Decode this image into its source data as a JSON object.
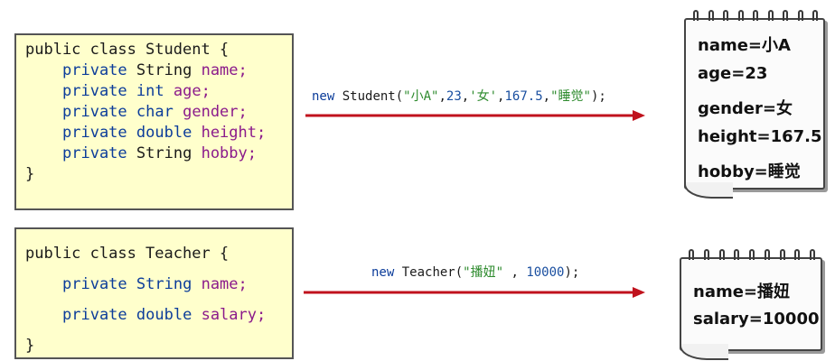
{
  "student_class": {
    "header": "public class Student {",
    "fields": [
      {
        "modifier": "private",
        "type": "String",
        "name": "name;"
      },
      {
        "modifier": "private",
        "type": "int",
        "name": "age;"
      },
      {
        "modifier": "private",
        "type": "char",
        "name": "gender;"
      },
      {
        "modifier": "private",
        "type": "double",
        "name": "height;"
      },
      {
        "modifier": "private",
        "type": "String",
        "name": "hobby;"
      }
    ],
    "close": "}"
  },
  "teacher_class": {
    "header": "public class Teacher {",
    "fields": [
      {
        "modifier": "private",
        "type": "String",
        "name": "name;"
      },
      {
        "modifier": "private",
        "type": "double",
        "name": "salary;"
      }
    ],
    "close": "}"
  },
  "student_call": {
    "new": "new",
    "ctor": " Student(",
    "a1": "\"小A\"",
    "c1": ",",
    "a2": "23",
    "c2": ",",
    "a3": "'女'",
    "c3": ",",
    "a4": "167.5",
    "c4": ",",
    "a5": "\"睡觉\"",
    "end": ");"
  },
  "teacher_call": {
    "new": "new",
    "ctor": " Teacher(",
    "a1": "\"播妞\"",
    "c1": " , ",
    "a2": "10000",
    "end": ");"
  },
  "student_object": [
    "name=小A",
    "age=23",
    "gender=女",
    "height=167.5",
    "hobby=睡觉"
  ],
  "teacher_object": [
    "name=播妞",
    "salary=10000"
  ],
  "colors": {
    "arrow": "#c0121d",
    "code_background": "#ffffcc",
    "keyword": "#0b3c9a",
    "field_name": "#8b1a8b",
    "string_literal": "#2e8b2e"
  }
}
